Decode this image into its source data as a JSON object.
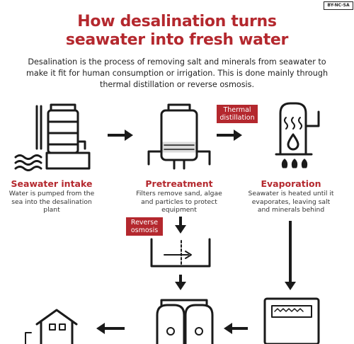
{
  "title_line1": "How desalination turns",
  "title_line2": "seawater into fresh water",
  "intro": "Desalination is the process of removing salt and minerals from seawater to make it fit for human consumption or irrigation. This is done mainly through thermal distillation or reverse osmosis.",
  "license": "BY-NC-SA",
  "steps": [
    {
      "title": "Seawater intake",
      "desc": "Water is pumped from the sea into the desalination plant"
    },
    {
      "title": "Pretreatment",
      "desc": "Filters remove sand, algae and particles to protect equipment"
    },
    {
      "title": "Evaporation",
      "desc": "Seawater is heated until it evaporates, leaving salt and minerals behind"
    }
  ],
  "tags": {
    "thermal": "Thermal distillation",
    "reverse": "Reverse osmosis"
  },
  "colors": {
    "accent": "#b4282e",
    "ink": "#1a1a1a"
  },
  "icons": [
    "seawater-intake-icon",
    "pretreatment-tank-icon",
    "boiler-icon",
    "membrane-basin-icon",
    "storage-tanks-icon",
    "house-icon",
    "condenser-icon"
  ]
}
